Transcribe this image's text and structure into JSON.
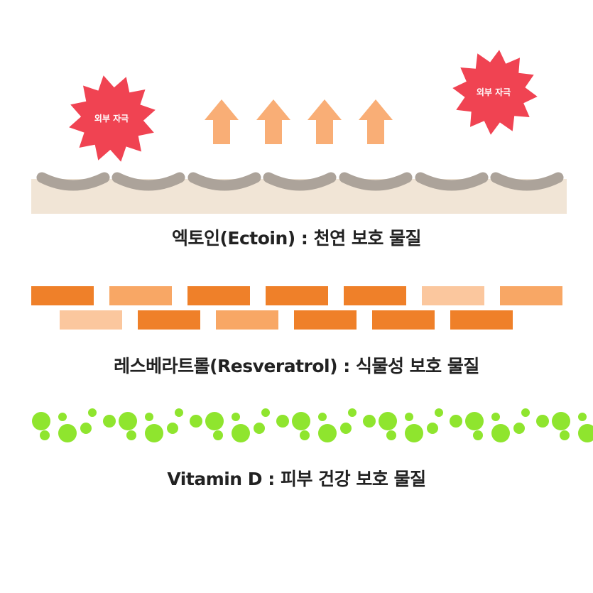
{
  "colors": {
    "background": "#ffffff",
    "skin": "#f1e5d6",
    "shield": "#aca39a",
    "arrow": "#f9ae76",
    "burst": "#f04352",
    "brick_dark": "#ef8029",
    "brick_mid": "#f8a765",
    "brick_light": "#fbc79e",
    "dot": "#8fe52e",
    "text": "#222222"
  },
  "icons": {
    "irritant": "burst-icon",
    "outflow": "up-arrow-icon"
  },
  "ectoin": {
    "irritant_left": "외부 자극",
    "irritant_right": "외부 자극",
    "caption": "엑토인(Ectoin) : 천연 보호 물질"
  },
  "resveratrol": {
    "caption": "레스베라트롤(Resveratrol) : 식물성 보호 물질"
  },
  "vitamin_d": {
    "caption": "Vitamin D : 피부 건강 보호 물질"
  }
}
